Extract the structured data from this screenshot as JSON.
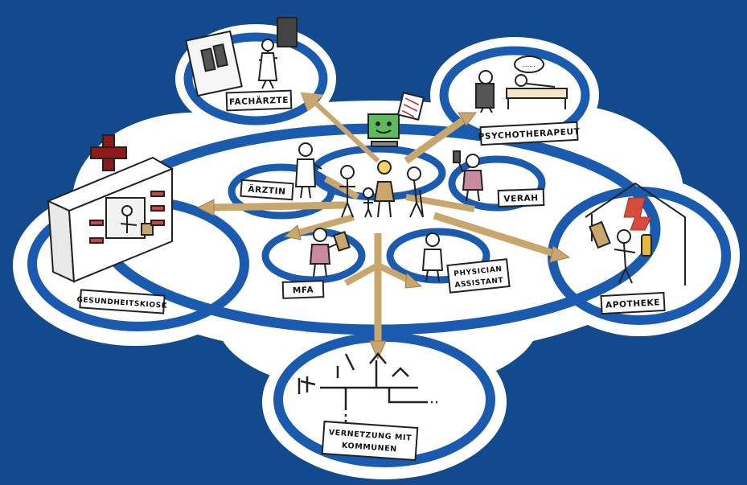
{
  "labels": {
    "fachaerzte": "FACHÄRZTE",
    "psychotherapeut": "PSYCHOTHERAPEUT",
    "aerztin": "ÄRZTIN",
    "verah": "VERAH",
    "gesundheitskiosk": "GESUNDHEITSKIOSK",
    "mfa": "MFA",
    "physician_assistant_1": "PHYSICIAN",
    "physician_assistant_2": "ASSISTANT",
    "apotheke": "APOTHEKE",
    "vernetzung_1": "VERNETZUNG MIT",
    "vernetzung_2": "KOMMUNEN",
    "speech_bubble": "......"
  },
  "colors": {
    "background": "#134a8e",
    "ring": "#1a5bb0",
    "arrow": "#c9a66b",
    "cross": "#8b1a1a",
    "pharmacy_symbol": "#d84a3a",
    "monitor": "#5dbb5d"
  }
}
